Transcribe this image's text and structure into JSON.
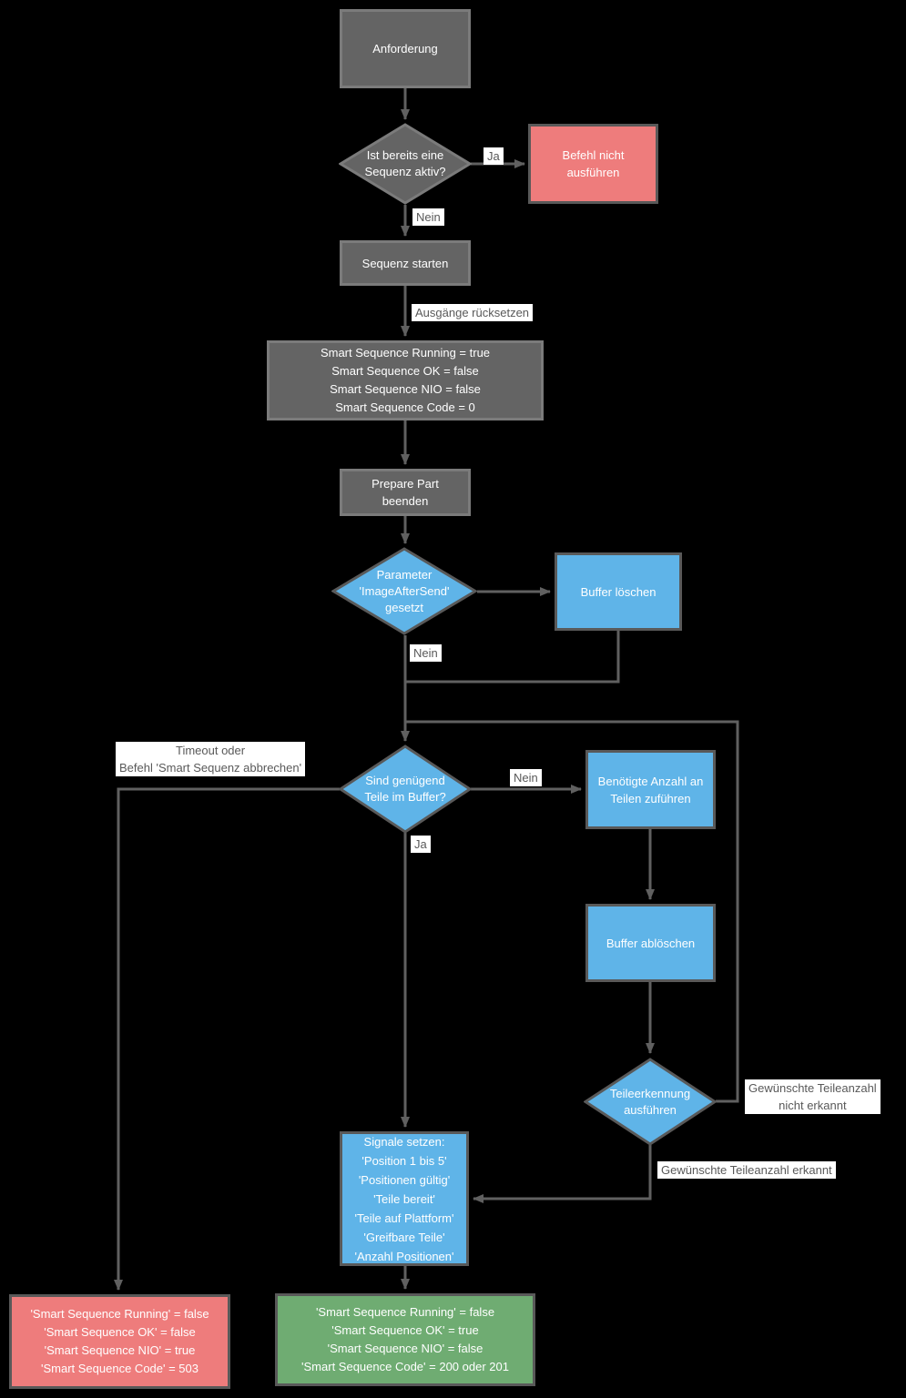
{
  "colors": {
    "background": "#000000",
    "gray_fill": "#646464",
    "gray_border": "#7b7b7b",
    "blue_fill": "#5fb4e8",
    "red_fill": "#ee7c7c",
    "green_fill": "#6fac72",
    "shape_border": "#595959",
    "connector": "#606060",
    "label_bg": "#ffffff",
    "label_text": "#595959"
  },
  "nodes": {
    "anforderung": {
      "label": "Anforderung"
    },
    "sequenz_aktiv_decision": {
      "lines": [
        "Ist bereits eine",
        "Sequenz aktiv?"
      ]
    },
    "befehl_nicht_ausfuehren": {
      "lines": [
        "Befehl nicht",
        "ausführen"
      ]
    },
    "sequenz_starten": {
      "label": "Sequenz starten"
    },
    "ausgaenge_box": {
      "lines": [
        "Smart Sequence Running = true",
        "Smart Sequence OK = false",
        "Smart Sequence NIO = false",
        "Smart Sequence Code = 0"
      ]
    },
    "prepare_part": {
      "lines": [
        "Prepare Part",
        "beenden"
      ]
    },
    "image_after_send_decision": {
      "lines": [
        "Parameter",
        "'ImageAfterSend'",
        "gesetzt"
      ]
    },
    "buffer_loeschen": {
      "label": "Buffer löschen"
    },
    "teile_im_buffer_decision": {
      "lines": [
        "Sind genügend",
        "Teile im Buffer?"
      ]
    },
    "benoetigte_anzahl": {
      "lines": [
        "Benötigte Anzahl an",
        "Teilen zuführen"
      ]
    },
    "buffer_abloeschen": {
      "label": "Buffer ablöschen"
    },
    "teileerkennung_decision": {
      "lines": [
        "Teileerkennung",
        "ausführen"
      ]
    },
    "signale_setzen": {
      "lines": [
        "Signale setzen:",
        "'Position 1 bis 5'",
        "'Positionen gültig'",
        "'Teile bereit'",
        "'Teile auf Plattform'",
        "'Greifbare Teile'",
        "'Anzahl Positionen'"
      ]
    },
    "result_nok": {
      "lines": [
        "'Smart Sequence Running' = false",
        "'Smart Sequence OK' = false",
        "'Smart Sequence NIO' = true",
        "'Smart Sequence Code' = 503"
      ]
    },
    "result_ok": {
      "lines": [
        "'Smart Sequence Running' = false",
        "'Smart Sequence OK' = true",
        "'Smart Sequence NIO' = false",
        "'Smart Sequence Code' = 200 oder 201"
      ]
    }
  },
  "edge_labels": {
    "ja_sequenz_aktiv": "Ja",
    "nein_sequenz_aktiv": "Nein",
    "ausgaenge_ruecksetzen": "Ausgänge rücksetzen",
    "nein_image_after_send": "Nein",
    "timeout": {
      "lines": [
        "Timeout oder",
        "Befehl 'Smart Sequenz abbrechen'"
      ]
    },
    "nein_teile_im_buffer": "Nein",
    "ja_teile_im_buffer": "Ja",
    "teileanzahl_nicht_erkannt": {
      "lines": [
        "Gewünschte Teileanzahl",
        "nicht erkannt"
      ]
    },
    "teileanzahl_erkannt": "Gewünschte Teileanzahl erkannt"
  }
}
